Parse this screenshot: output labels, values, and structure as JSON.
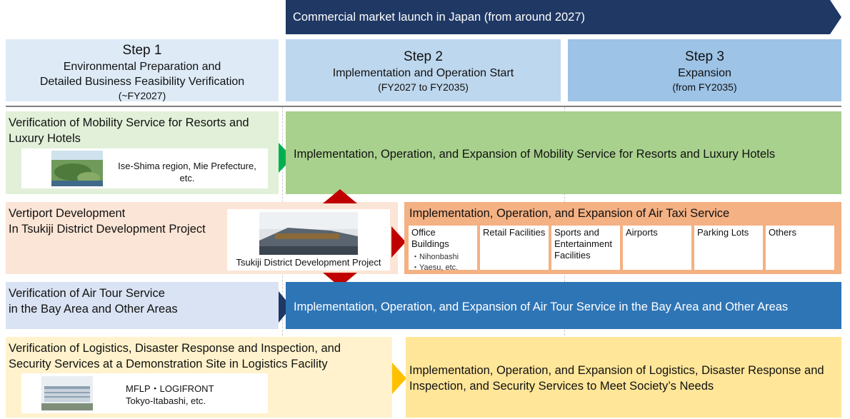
{
  "header": {
    "launch_banner": "Commercial market launch in Japan (from around 2027)"
  },
  "steps": [
    {
      "title": "Step 1",
      "line1": "Environmental Preparation and",
      "line2": "Detailed Business Feasibility Verification",
      "period": "(~FY2027)"
    },
    {
      "title": "Step 2",
      "line1": "Implementation and Operation Start",
      "period": "(FY2027 to FY2035)"
    },
    {
      "title": "Step 3",
      "line1": "Expansion",
      "period": "(from FY2035)"
    }
  ],
  "rows": {
    "resorts": {
      "left_line1": "Verification of Mobility Service for Resorts and",
      "left_line2": "Luxury Hotels",
      "location_line1": "Ise-Shima region, Mie Prefecture,",
      "location_line2": "etc.",
      "right": "Implementation, Operation, and Expansion of Mobility Service for Resorts and Luxury Hotels"
    },
    "vertiport": {
      "left_line1": "Vertiport Development",
      "left_line2": "In Tsukiji District Development Project",
      "photo_caption": "Tsukiji District Development Project",
      "right_title": "Implementation, Operation, and Expansion of Air Taxi Service",
      "categories": [
        {
          "label": "Office Buildings",
          "note1": "・Nihonbashi",
          "note2": "・Yaesu, etc."
        },
        {
          "label": "Retail Facilities"
        },
        {
          "label_line1": "Sports and",
          "label_line2": "Entertainment",
          "label_line3": "Facilities"
        },
        {
          "label": "Airports"
        },
        {
          "label": "Parking Lots"
        },
        {
          "label": "Others"
        }
      ]
    },
    "air_tour": {
      "left_line1": "Verification of Air Tour Service",
      "left_line2": "in the Bay Area and Other Areas",
      "right": "Implementation, Operation, and Expansion of Air Tour Service in the Bay Area and Other Areas"
    },
    "logistics": {
      "left_line1": "Verification of Logistics, Disaster Response and Inspection, and",
      "left_line2": "Security Services at a Demonstration Site in Logistics Facility",
      "location_line1": "MFLP・LOGIFRONT",
      "location_line2": "Tokyo-Itabashi, etc.",
      "right_line1": "Implementation, Operation, and Expansion of Logistics, Disaster Response and",
      "right_line2": "Inspection, and Security Services to Meet Society’s Needs"
    }
  },
  "colors": {
    "navy": "#1f3864",
    "step1": "#deebf7",
    "step2": "#bdd7ee",
    "step3": "#9dc3e6",
    "green_light": "#e2f0d9",
    "green": "#a9d18e",
    "green_arrow": "#00b050",
    "peach_light": "#fbe5d6",
    "orange": "#f4b183",
    "red": "#c00000",
    "blue_light": "#dae3f3",
    "blue": "#2e75b6",
    "yellow_light": "#fff2cc",
    "yellow": "#ffe699",
    "gold_arrow": "#ffc000"
  }
}
